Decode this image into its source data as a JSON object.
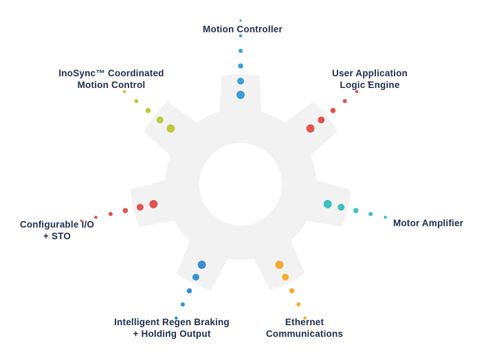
{
  "colors": {
    "gear": "#f2f2f2",
    "text": "#1f2c4c",
    "blue": "#3b9fd6",
    "red": "#e0534e",
    "olive": "#bccb3c",
    "teal": "#3dbfbe",
    "orange": "#f2ac35",
    "indigo": "#3a8ed0"
  },
  "features": [
    {
      "key": "motion-controller",
      "lines": [
        "Motion Controller"
      ],
      "color": "#3b9fd6"
    },
    {
      "key": "user-application",
      "lines": [
        "User Application",
        "Logic Engine"
      ],
      "color": "#e0534e"
    },
    {
      "key": "motor-amplifier",
      "lines": [
        "Motor Amplifier"
      ],
      "color": "#3dbfbe"
    },
    {
      "key": "ethernet-communications",
      "lines": [
        "Ethernet",
        "Communications"
      ],
      "color": "#f2ac35"
    },
    {
      "key": "regen-braking",
      "lines": [
        "Intelligent Regen Braking",
        "+ Holding Output"
      ],
      "color": "#3a8ed0"
    },
    {
      "key": "configurable-io",
      "lines": [
        "Configurable I/O",
        "+ STO"
      ],
      "color": "#e0534e"
    },
    {
      "key": "inosync",
      "lines": [
        "InoSync™ Coordinated",
        "Motion Control"
      ],
      "color": "#bccb3c"
    }
  ]
}
